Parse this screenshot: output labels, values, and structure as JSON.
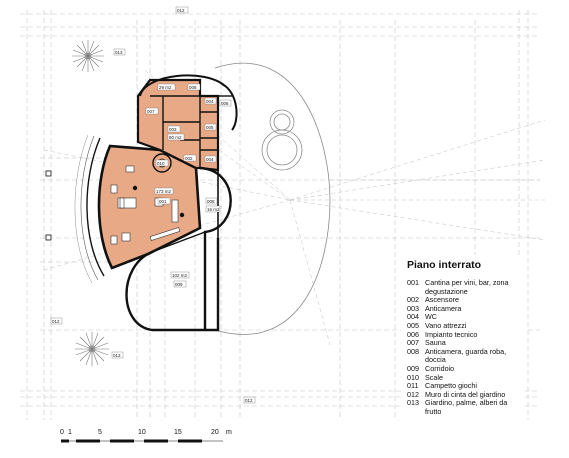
{
  "legend": {
    "title": "Piano interrato",
    "items": [
      {
        "code": "001",
        "label": "Cantina per vini, bar, zona degustazione"
      },
      {
        "code": "002",
        "label": "Ascensore"
      },
      {
        "code": "003",
        "label": "Anticamera"
      },
      {
        "code": "004",
        "label": "WC"
      },
      {
        "code": "005",
        "label": "Vano attrezzi"
      },
      {
        "code": "006",
        "label": "Impianto tecnico"
      },
      {
        "code": "007",
        "label": "Sauna"
      },
      {
        "code": "008",
        "label": "Anticamera, guarda roba, doccia"
      },
      {
        "code": "009",
        "label": "Corridoio"
      },
      {
        "code": "010",
        "label": "Scale"
      },
      {
        "code": "011",
        "label": "Campetto giochi"
      },
      {
        "code": "012",
        "label": "Muro di cinta del giardino"
      },
      {
        "code": "013",
        "label": "Giardino, palme, alberi da frutto"
      }
    ]
  },
  "plan_tags": {
    "t012_top": "012",
    "t013_top": "013",
    "t012_left": "012",
    "t013_bottom": "013",
    "t012_bottom": "012",
    "area_main": "173 m2",
    "code_main": "001",
    "area_corridor": "102 m2",
    "code_corridor": "009",
    "code_stair": "010",
    "area_top": "29 m2",
    "code_top": "008",
    "code_sauna": "007",
    "code_ante": "003",
    "area_ante": "80 m2",
    "code_lift": "002",
    "code_wc": "004",
    "code_tools": "005",
    "code_tech": "006",
    "code_right": "008",
    "area_right": "16 m2",
    "code_dep": "004"
  },
  "scale_bar": {
    "labels": [
      "0",
      "1",
      "5",
      "10",
      "15",
      "20"
    ],
    "unit": "m"
  },
  "colors": {
    "room_fill": "#e8a986",
    "wall": "#111111",
    "grid": "#bdbdbd"
  }
}
